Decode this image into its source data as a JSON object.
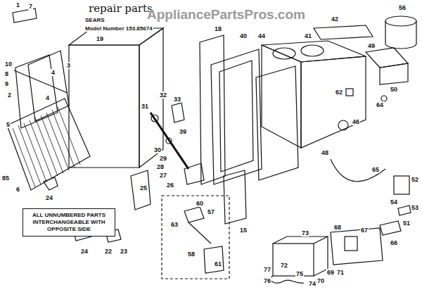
{
  "diagram": {
    "title": "repair parts",
    "nodes": [
      {
        "text": [
          "ALL UNNUMBERED PARTS INTERCHANGEABLE WITH OPPOSITE SIDE"
        ]
      }
    ],
    "labels": [
      "SEARS",
      "Model Number 153.85674",
      "AppliancePartsPros.com",
      "1",
      "7",
      "10",
      "8",
      "9",
      "2",
      "3",
      "4",
      "4",
      "5",
      "6",
      "85",
      "24",
      "24",
      "22",
      "23",
      "19",
      "25",
      "31",
      "32",
      "33",
      "39",
      "30",
      "29",
      "28",
      "27",
      "26",
      "18",
      "40",
      "44",
      "41",
      "42",
      "56",
      "49",
      "50",
      "62",
      "64",
      "46",
      "48",
      "15",
      "65",
      "52",
      "54",
      "53",
      "51",
      "66",
      "67",
      "68",
      "73",
      "69",
      "70",
      "71",
      "72",
      "74",
      "75",
      "76",
      "77",
      "60",
      "57",
      "63",
      "58",
      "61"
    ]
  }
}
